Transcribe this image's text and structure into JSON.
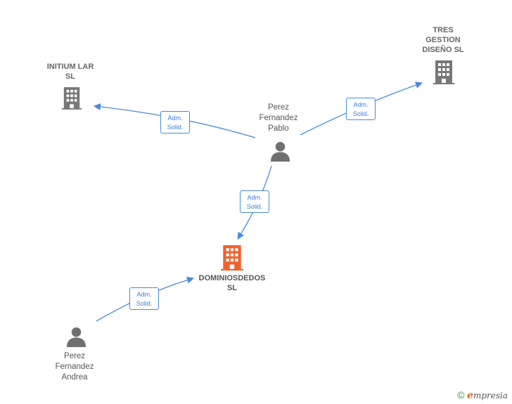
{
  "diagram": {
    "nodes": [
      {
        "id": "initium",
        "type": "company",
        "label": "INITIUM LAR\nSL",
        "highlight": false
      },
      {
        "id": "tres",
        "type": "company",
        "label": "TRES\nGESTION\nDISEÑO SL",
        "highlight": false
      },
      {
        "id": "pablo",
        "type": "person",
        "label": "Perez\nFernandez\nPablo"
      },
      {
        "id": "dominios",
        "type": "company",
        "label": "DOMINIOSDEDOS\nSL",
        "highlight": true
      },
      {
        "id": "andrea",
        "type": "person",
        "label": "Perez\nFernandez\nAndrea"
      }
    ],
    "edges": [
      {
        "from": "pablo",
        "to": "initium",
        "label_line1": "Adm.",
        "label_line2": "Solid."
      },
      {
        "from": "pablo",
        "to": "tres",
        "label_line1": "Adm.",
        "label_line2": "Solid."
      },
      {
        "from": "pablo",
        "to": "dominios",
        "label_line1": "Adm.",
        "label_line2": "Solid."
      },
      {
        "from": "andrea",
        "to": "dominios",
        "label_line1": "Adm.",
        "label_line2": "Solid."
      }
    ]
  },
  "colors": {
    "edge": "#4a8ad8",
    "company_icon": "#777777",
    "company_icon_highlight": "#f0622d",
    "person_icon": "#707070"
  },
  "footer": {
    "copyright_symbol": "©",
    "brand_initial": "e",
    "brand_rest": "mpresia"
  }
}
